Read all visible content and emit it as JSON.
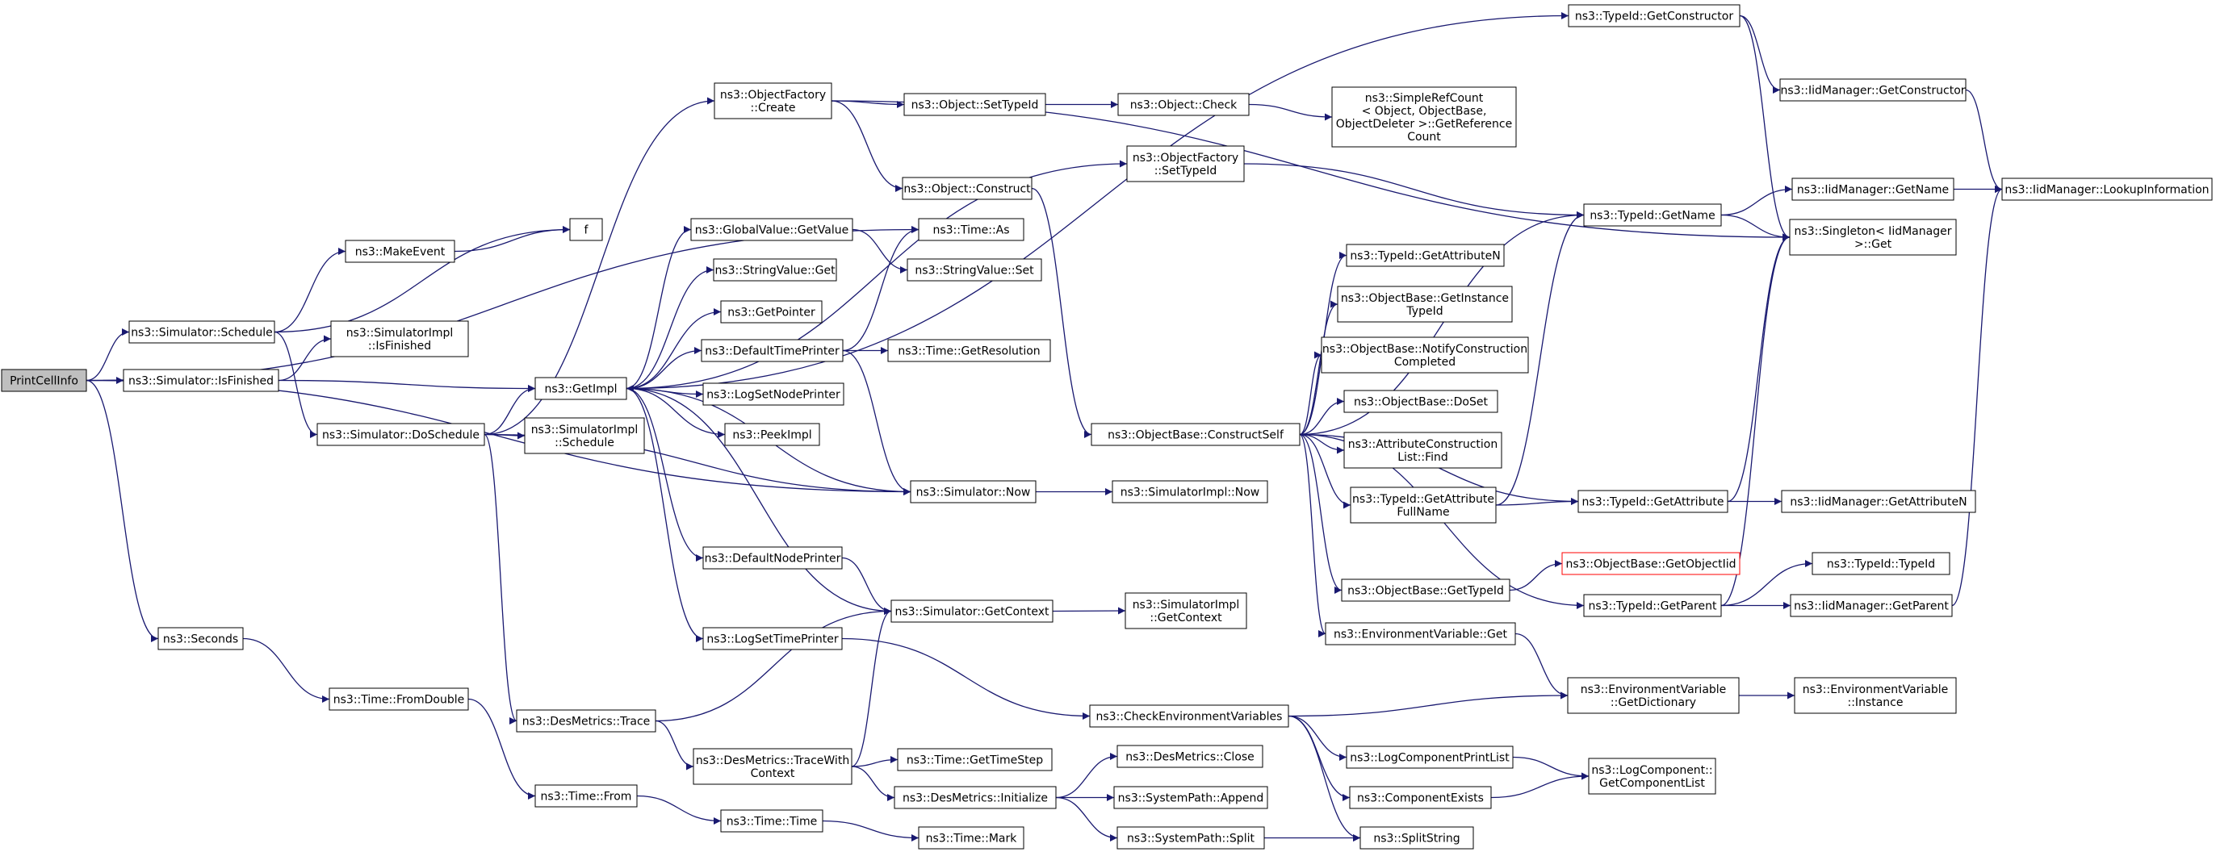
{
  "colors": {
    "edge": "#191970",
    "node_border": "#000000",
    "root_fill": "#bfbfbf",
    "truncated_border": "#ff0000"
  },
  "nodes": [
    {
      "id": "n_root",
      "lines": [
        "PrintCellInfo"
      ],
      "kind": "root"
    },
    {
      "id": "n_sim_schedule",
      "lines": [
        "ns3::Simulator::Schedule"
      ]
    },
    {
      "id": "n_sim_isfinished",
      "lines": [
        "ns3::Simulator::IsFinished"
      ]
    },
    {
      "id": "n_seconds",
      "lines": [
        "ns3::Seconds"
      ]
    },
    {
      "id": "n_f",
      "lines": [
        "f"
      ]
    },
    {
      "id": "n_makeevent",
      "lines": [
        "ns3::MakeEvent"
      ]
    },
    {
      "id": "n_simimpl_isfinished",
      "lines": [
        "ns3::SimulatorImpl",
        "::IsFinished"
      ]
    },
    {
      "id": "n_doschedule",
      "lines": [
        "ns3::Simulator::DoSchedule"
      ]
    },
    {
      "id": "n_getimpl",
      "lines": [
        "ns3::GetImpl"
      ]
    },
    {
      "id": "n_simimpl_schedule",
      "lines": [
        "ns3::SimulatorImpl",
        "::Schedule"
      ]
    },
    {
      "id": "n_time_fromdouble",
      "lines": [
        "ns3::Time::FromDouble"
      ]
    },
    {
      "id": "n_desmetrics_trace",
      "lines": [
        "ns3::DesMetrics::Trace"
      ]
    },
    {
      "id": "n_time_from",
      "lines": [
        "ns3::Time::From"
      ]
    },
    {
      "id": "n_objfactory_create",
      "lines": [
        "ns3::ObjectFactory",
        "::Create"
      ]
    },
    {
      "id": "n_globalvalue_getvalue",
      "lines": [
        "ns3::GlobalValue::GetValue"
      ]
    },
    {
      "id": "n_stringvalue_get",
      "lines": [
        "ns3::StringValue::Get"
      ]
    },
    {
      "id": "n_getpointer",
      "lines": [
        "ns3::GetPointer"
      ]
    },
    {
      "id": "n_defaulttimeprinter",
      "lines": [
        "ns3::DefaultTimePrinter"
      ]
    },
    {
      "id": "n_logsetnodeprinter",
      "lines": [
        "ns3::LogSetNodePrinter"
      ]
    },
    {
      "id": "n_peekimpl",
      "lines": [
        "ns3::PeekImpl"
      ]
    },
    {
      "id": "n_defaultnodeprinter",
      "lines": [
        "ns3::DefaultNodePrinter"
      ]
    },
    {
      "id": "n_logsettimeprinter",
      "lines": [
        "ns3::LogSetTimePrinter"
      ]
    },
    {
      "id": "n_tracewithcontext",
      "lines": [
        "ns3::DesMetrics::TraceWith",
        "Context"
      ]
    },
    {
      "id": "n_time_time",
      "lines": [
        "ns3::Time::Time"
      ]
    },
    {
      "id": "n_object_settypeid",
      "lines": [
        "ns3::Object::SetTypeId"
      ]
    },
    {
      "id": "n_object_construct",
      "lines": [
        "ns3::Object::Construct"
      ]
    },
    {
      "id": "n_time_as",
      "lines": [
        "ns3::Time::As"
      ]
    },
    {
      "id": "n_stringvalue_set",
      "lines": [
        "ns3::StringValue::Set"
      ]
    },
    {
      "id": "n_time_getresolution",
      "lines": [
        "ns3::Time::GetResolution"
      ]
    },
    {
      "id": "n_simulator_now",
      "lines": [
        "ns3::Simulator::Now"
      ]
    },
    {
      "id": "n_simulator_getcontext",
      "lines": [
        "ns3::Simulator::GetContext"
      ]
    },
    {
      "id": "n_time_gettimestep",
      "lines": [
        "ns3::Time::GetTimeStep"
      ]
    },
    {
      "id": "n_desmetrics_initialize",
      "lines": [
        "ns3::DesMetrics::Initialize"
      ]
    },
    {
      "id": "n_time_mark",
      "lines": [
        "ns3::Time::Mark"
      ]
    },
    {
      "id": "n_object_check",
      "lines": [
        "ns3::Object::Check"
      ]
    },
    {
      "id": "n_objfactory_settypeid",
      "lines": [
        "ns3::ObjectFactory",
        "::SetTypeId"
      ]
    },
    {
      "id": "n_simimpl_now",
      "lines": [
        "ns3::SimulatorImpl::Now"
      ]
    },
    {
      "id": "n_simimpl_getcontext",
      "lines": [
        "ns3::SimulatorImpl",
        "::GetContext"
      ]
    },
    {
      "id": "n_objbase_constructself",
      "lines": [
        "ns3::ObjectBase::ConstructSelf"
      ]
    },
    {
      "id": "n_check_env_vars",
      "lines": [
        "ns3::CheckEnvironmentVariables"
      ]
    },
    {
      "id": "n_desmetrics_close",
      "lines": [
        "ns3::DesMetrics::Close"
      ]
    },
    {
      "id": "n_systempath_append",
      "lines": [
        "ns3::SystemPath::Append"
      ]
    },
    {
      "id": "n_systempath_split",
      "lines": [
        "ns3::SystemPath::Split"
      ]
    },
    {
      "id": "n_simplerefcount",
      "lines": [
        "ns3::SimpleRefCount",
        "< Object, ObjectBase,",
        "ObjectDeleter >::GetReference",
        "Count"
      ]
    },
    {
      "id": "n_typeid_getattributen",
      "lines": [
        "ns3::TypeId::GetAttributeN"
      ]
    },
    {
      "id": "n_objbase_getinstancetypeid",
      "lines": [
        "ns3::ObjectBase::GetInstance",
        "TypeId"
      ]
    },
    {
      "id": "n_objbase_notifyconstruction",
      "lines": [
        "ns3::ObjectBase::NotifyConstruction",
        "Completed"
      ]
    },
    {
      "id": "n_objbase_doset",
      "lines": [
        "ns3::ObjectBase::DoSet"
      ]
    },
    {
      "id": "n_attrconstructionlist_find",
      "lines": [
        "ns3::AttributeConstruction",
        "List::Find"
      ]
    },
    {
      "id": "n_typeid_getattributefullname",
      "lines": [
        "ns3::TypeId::GetAttribute",
        "FullName"
      ]
    },
    {
      "id": "n_objbase_gettypeid",
      "lines": [
        "ns3::ObjectBase::GetTypeId"
      ]
    },
    {
      "id": "n_envvar_get",
      "lines": [
        "ns3::EnvironmentVariable::Get"
      ]
    },
    {
      "id": "n_logcomponentprintlist",
      "lines": [
        "ns3::LogComponentPrintList"
      ]
    },
    {
      "id": "n_componentexists",
      "lines": [
        "ns3::ComponentExists"
      ]
    },
    {
      "id": "n_splitstring",
      "lines": [
        "ns3::SplitString"
      ]
    },
    {
      "id": "n_typeid_getconstructor",
      "lines": [
        "ns3::TypeId::GetConstructor"
      ]
    },
    {
      "id": "n_typeid_getname",
      "lines": [
        "ns3::TypeId::GetName"
      ]
    },
    {
      "id": "n_typeid_getattribute",
      "lines": [
        "ns3::TypeId::GetAttribute"
      ]
    },
    {
      "id": "n_objbase_getobjectiid",
      "lines": [
        "ns3::ObjectBase::GetObjectIid"
      ],
      "kind": "truncated"
    },
    {
      "id": "n_typeid_getparent",
      "lines": [
        "ns3::TypeId::GetParent"
      ]
    },
    {
      "id": "n_envvar_getdictionary",
      "lines": [
        "ns3::EnvironmentVariable",
        "::GetDictionary"
      ]
    },
    {
      "id": "n_logcomponent_getcomponentlist",
      "lines": [
        "ns3::LogComponent::",
        "GetComponentList"
      ]
    },
    {
      "id": "n_iidmanager_getconstructor",
      "lines": [
        "ns3::IidManager::GetConstructor"
      ]
    },
    {
      "id": "n_iidmanager_getname",
      "lines": [
        "ns3::IidManager::GetName"
      ]
    },
    {
      "id": "n_singleton_get",
      "lines": [
        "ns3::Singleton< IidManager",
        ">::Get"
      ]
    },
    {
      "id": "n_iidmanager_getattributen",
      "lines": [
        "ns3::IidManager::GetAttributeN"
      ]
    },
    {
      "id": "n_typeid_typeid",
      "lines": [
        "ns3::TypeId::TypeId"
      ]
    },
    {
      "id": "n_iidmanager_getparent",
      "lines": [
        "ns3::IidManager::GetParent"
      ]
    },
    {
      "id": "n_envvar_instance",
      "lines": [
        "ns3::EnvironmentVariable",
        "::Instance"
      ]
    },
    {
      "id": "n_iidmanager_lookupinformation",
      "lines": [
        "ns3::IidManager::LookupInformation"
      ]
    }
  ],
  "edges": [
    [
      "n_root",
      "n_sim_schedule"
    ],
    [
      "n_root",
      "n_sim_isfinished"
    ],
    [
      "n_root",
      "n_seconds"
    ],
    [
      "n_root",
      "n_time_as"
    ],
    [
      "n_root",
      "n_simulator_now"
    ],
    [
      "n_sim_schedule",
      "n_f"
    ],
    [
      "n_sim_schedule",
      "n_makeevent"
    ],
    [
      "n_sim_schedule",
      "n_doschedule"
    ],
    [
      "n_makeevent",
      "n_f"
    ],
    [
      "n_sim_isfinished",
      "n_simimpl_isfinished"
    ],
    [
      "n_sim_isfinished",
      "n_getimpl"
    ],
    [
      "n_doschedule",
      "n_getimpl"
    ],
    [
      "n_doschedule",
      "n_simimpl_schedule"
    ],
    [
      "n_doschedule",
      "n_desmetrics_trace"
    ],
    [
      "n_doschedule",
      "n_simulator_now"
    ],
    [
      "n_doschedule",
      "n_objfactory_create"
    ],
    [
      "n_seconds",
      "n_time_fromdouble"
    ],
    [
      "n_time_fromdouble",
      "n_time_from"
    ],
    [
      "n_time_from",
      "n_time_time"
    ],
    [
      "n_time_time",
      "n_time_mark"
    ],
    [
      "n_desmetrics_trace",
      "n_tracewithcontext"
    ],
    [
      "n_desmetrics_trace",
      "n_simulator_getcontext"
    ],
    [
      "n_tracewithcontext",
      "n_time_gettimestep"
    ],
    [
      "n_tracewithcontext",
      "n_desmetrics_initialize"
    ],
    [
      "n_tracewithcontext",
      "n_simulator_getcontext"
    ],
    [
      "n_desmetrics_initialize",
      "n_desmetrics_close"
    ],
    [
      "n_desmetrics_initialize",
      "n_systempath_append"
    ],
    [
      "n_desmetrics_initialize",
      "n_systempath_split"
    ],
    [
      "n_systempath_split",
      "n_splitstring"
    ],
    [
      "n_getimpl",
      "n_globalvalue_getvalue"
    ],
    [
      "n_getimpl",
      "n_stringvalue_get"
    ],
    [
      "n_getimpl",
      "n_getpointer"
    ],
    [
      "n_getimpl",
      "n_defaulttimeprinter"
    ],
    [
      "n_getimpl",
      "n_logsetnodeprinter"
    ],
    [
      "n_getimpl",
      "n_peekimpl"
    ],
    [
      "n_getimpl",
      "n_defaultnodeprinter"
    ],
    [
      "n_getimpl",
      "n_logsettimeprinter"
    ],
    [
      "n_getimpl",
      "n_objfactory_settypeid"
    ],
    [
      "n_getimpl",
      "n_typeid_getconstructor"
    ],
    [
      "n_simulator_now",
      "n_getimpl"
    ],
    [
      "n_simulator_getcontext",
      "n_getimpl"
    ],
    [
      "n_globalvalue_getvalue",
      "n_stringvalue_set"
    ],
    [
      "n_defaulttimeprinter",
      "n_time_as"
    ],
    [
      "n_defaulttimeprinter",
      "n_time_getresolution"
    ],
    [
      "n_defaulttimeprinter",
      "n_simulator_now"
    ],
    [
      "n_defaultnodeprinter",
      "n_simulator_getcontext"
    ],
    [
      "n_logsettimeprinter",
      "n_check_env_vars"
    ],
    [
      "n_simulator_now",
      "n_simimpl_now"
    ],
    [
      "n_simulator_getcontext",
      "n_simimpl_getcontext"
    ],
    [
      "n_objfactory_create",
      "n_object_settypeid"
    ],
    [
      "n_objfactory_create",
      "n_object_construct"
    ],
    [
      "n_objfactory_create",
      "n_singleton_get"
    ],
    [
      "n_object_settypeid",
      "n_object_check"
    ],
    [
      "n_object_check",
      "n_simplerefcount"
    ],
    [
      "n_object_construct",
      "n_objbase_constructself"
    ],
    [
      "n_objfactory_settypeid",
      "n_typeid_getname"
    ],
    [
      "n_objbase_constructself",
      "n_typeid_getname"
    ],
    [
      "n_objbase_constructself",
      "n_typeid_getattributen"
    ],
    [
      "n_objbase_constructself",
      "n_objbase_getinstancetypeid"
    ],
    [
      "n_objbase_constructself",
      "n_objbase_notifyconstruction"
    ],
    [
      "n_objbase_constructself",
      "n_objbase_doset"
    ],
    [
      "n_objbase_constructself",
      "n_attrconstructionlist_find"
    ],
    [
      "n_objbase_constructself",
      "n_typeid_getattributefullname"
    ],
    [
      "n_objbase_constructself",
      "n_typeid_getattribute"
    ],
    [
      "n_objbase_constructself",
      "n_objbase_gettypeid"
    ],
    [
      "n_objbase_constructself",
      "n_typeid_getparent"
    ],
    [
      "n_objbase_constructself",
      "n_envvar_get"
    ],
    [
      "n_typeid_getattributefullname",
      "n_typeid_getname"
    ],
    [
      "n_typeid_getattributefullname",
      "n_typeid_getattribute"
    ],
    [
      "n_objbase_gettypeid",
      "n_objbase_getobjectiid"
    ],
    [
      "n_envvar_get",
      "n_envvar_getdictionary"
    ],
    [
      "n_check_env_vars",
      "n_envvar_getdictionary"
    ],
    [
      "n_check_env_vars",
      "n_logcomponentprintlist"
    ],
    [
      "n_check_env_vars",
      "n_componentexists"
    ],
    [
      "n_check_env_vars",
      "n_splitstring"
    ],
    [
      "n_logcomponentprintlist",
      "n_logcomponent_getcomponentlist"
    ],
    [
      "n_componentexists",
      "n_logcomponent_getcomponentlist"
    ],
    [
      "n_typeid_getconstructor",
      "n_iidmanager_getconstructor"
    ],
    [
      "n_typeid_getconstructor",
      "n_singleton_get"
    ],
    [
      "n_typeid_getname",
      "n_iidmanager_getname"
    ],
    [
      "n_typeid_getname",
      "n_singleton_get"
    ],
    [
      "n_typeid_getattribute",
      "n_iidmanager_getattributen"
    ],
    [
      "n_typeid_getattribute",
      "n_singleton_get"
    ],
    [
      "n_typeid_getparent",
      "n_typeid_typeid"
    ],
    [
      "n_typeid_getparent",
      "n_iidmanager_getparent"
    ],
    [
      "n_typeid_getparent",
      "n_singleton_get"
    ],
    [
      "n_envvar_getdictionary",
      "n_envvar_instance"
    ],
    [
      "n_iidmanager_getconstructor",
      "n_iidmanager_lookupinformation"
    ],
    [
      "n_iidmanager_getname",
      "n_iidmanager_lookupinformation"
    ],
    [
      "n_iidmanager_getparent",
      "n_iidmanager_lookupinformation"
    ]
  ]
}
